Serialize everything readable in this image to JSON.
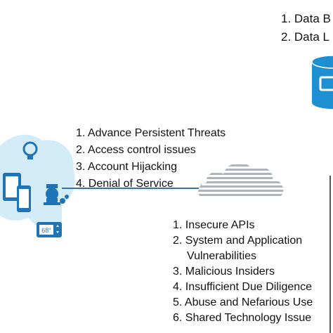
{
  "data_threats": [
    "1. Data B",
    "2. Data L"
  ],
  "attack_threats": [
    "1. Advance Persistent Threats",
    "2. Access control issues",
    "3. Account Hijacking",
    "4. Denial of Service"
  ],
  "cloud_threats": {
    "item1": "1. Insecure APIs",
    "item2_line1": "2. System and Application",
    "item2_line2": "Vulnerabilities",
    "item3": "3. Malicious Insiders",
    "item4": "4. Insufficient Due Diligence",
    "item5": "5. Abuse and Nefarious Use",
    "item6": "6. Shared Technology Issue"
  },
  "thermostat_reading": "68°",
  "colors": {
    "device_bubble": "#d4ecf8",
    "device_blue": "#1f74b8",
    "database_blue": "#1e8fd1",
    "arrow": "#2d73b4",
    "cloud_stripe": "#aeb4bb"
  },
  "icons": [
    "lightbulb-icon",
    "tablet-icon",
    "phone-icon",
    "water-meter-icon",
    "thermostat-icon",
    "cloud-icon",
    "database-icon"
  ]
}
